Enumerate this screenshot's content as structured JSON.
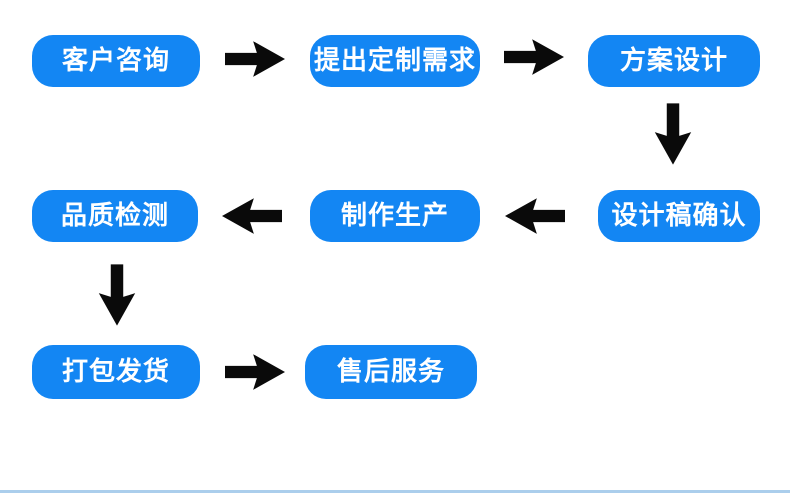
{
  "flow": {
    "title": "custom-order-process-flowchart",
    "steps": [
      {
        "id": "customer-inquiry",
        "label": "客户咨询"
      },
      {
        "id": "customization-request",
        "label": "提出定制需求"
      },
      {
        "id": "solution-design",
        "label": "方案设计"
      },
      {
        "id": "design-draft-confirmation",
        "label": "设计稿确认"
      },
      {
        "id": "production",
        "label": "制作生产"
      },
      {
        "id": "quality-inspection",
        "label": "品质检测"
      },
      {
        "id": "packing-shipping",
        "label": "打包发货"
      },
      {
        "id": "after-sales-service",
        "label": "售后服务"
      }
    ],
    "connections": [
      {
        "from": "客户咨询",
        "to": "提出定制需求",
        "direction": "right"
      },
      {
        "from": "提出定制需求",
        "to": "方案设计",
        "direction": "right"
      },
      {
        "from": "方案设计",
        "to": "设计稿确认",
        "direction": "down"
      },
      {
        "from": "设计稿确认",
        "to": "制作生产",
        "direction": "left"
      },
      {
        "from": "制作生产",
        "to": "品质检测",
        "direction": "left"
      },
      {
        "from": "品质检测",
        "to": "打包发货",
        "direction": "down"
      },
      {
        "from": "打包发货",
        "to": "售后服务",
        "direction": "right"
      }
    ]
  },
  "colors": {
    "background": "#ffffff",
    "node_fill": "#1386f3",
    "node_text": "#ffffff",
    "arrow": "#0a0a0a",
    "bottom_divider": "#abceec"
  }
}
